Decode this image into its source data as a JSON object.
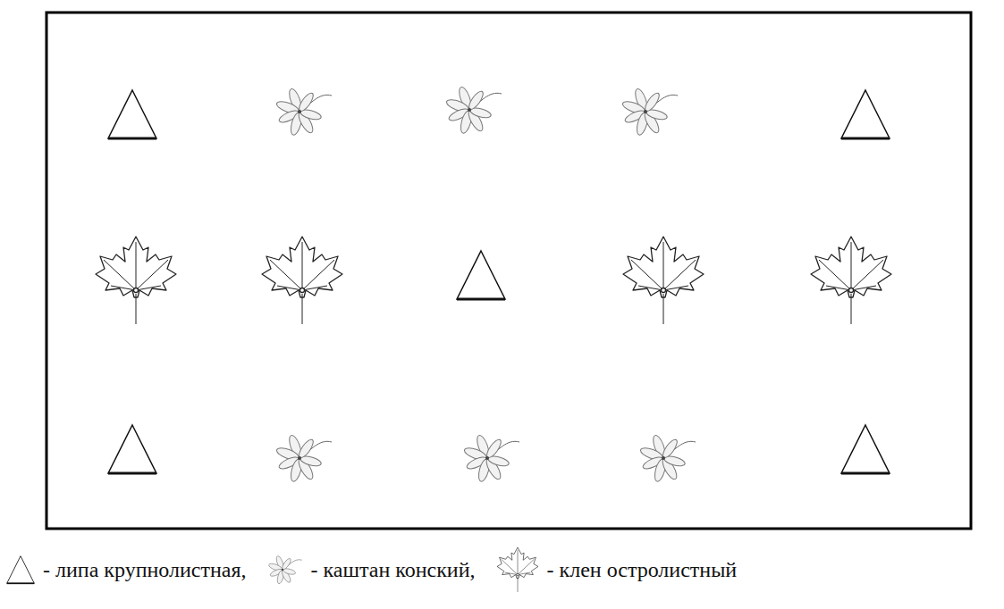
{
  "diagram": {
    "legend": [
      {
        "text": "- липа крупнолистная,"
      },
      {
        "text": "-  каштан конский,"
      },
      {
        "text": "- клен остролистный"
      }
    ]
  }
}
